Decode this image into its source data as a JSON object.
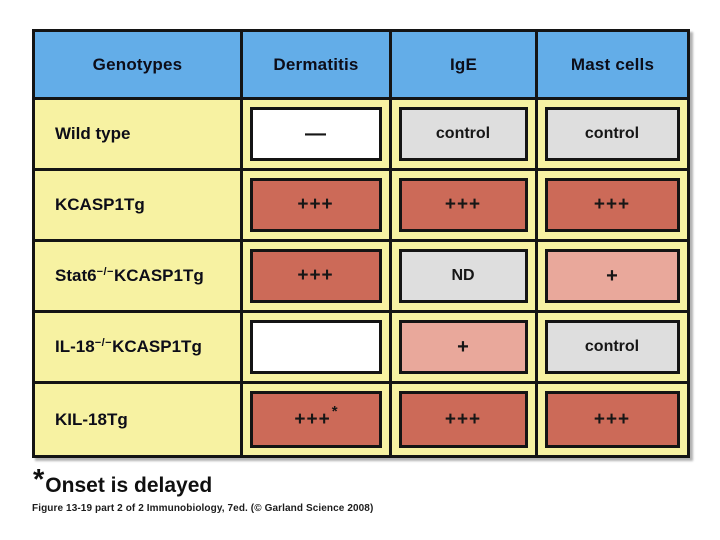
{
  "colors": {
    "header_blue": "#63ADE8",
    "row_yellow": "#F7F2A2",
    "strong_red": "#CC6A58",
    "weak_pink": "#E9A89B",
    "control_gray": "#DEDEDE",
    "line": "#141414"
  },
  "table": {
    "headers": [
      "Genotypes",
      "Dermatitis",
      "IgE",
      "Mast cells"
    ],
    "rows": [
      {
        "genotype": {
          "pre": "Wild type",
          "sup": "",
          "post": ""
        },
        "cells": [
          {
            "text": "—",
            "sup": "",
            "variant": "white"
          },
          {
            "text": "control",
            "sup": "",
            "variant": "gray"
          },
          {
            "text": "control",
            "sup": "",
            "variant": "gray"
          }
        ]
      },
      {
        "genotype": {
          "pre": "KCASP1Tg",
          "sup": "",
          "post": ""
        },
        "cells": [
          {
            "text": "+++",
            "sup": "",
            "variant": "red"
          },
          {
            "text": "+++",
            "sup": "",
            "variant": "red"
          },
          {
            "text": "+++",
            "sup": "",
            "variant": "red"
          }
        ]
      },
      {
        "genotype": {
          "pre": "Stat6",
          "sup": "−/−",
          "post": "KCASP1Tg"
        },
        "cells": [
          {
            "text": "+++",
            "sup": "",
            "variant": "red"
          },
          {
            "text": "ND",
            "sup": "",
            "variant": "gray"
          },
          {
            "text": "+",
            "sup": "",
            "variant": "pink"
          }
        ]
      },
      {
        "genotype": {
          "pre": "IL-18",
          "sup": "−/−",
          "post": "KCASP1Tg"
        },
        "cells": [
          {
            "text": "",
            "sup": "",
            "variant": "white"
          },
          {
            "text": "+",
            "sup": "",
            "variant": "pink"
          },
          {
            "text": "control",
            "sup": "",
            "variant": "gray"
          }
        ]
      },
      {
        "genotype": {
          "pre": "KIL-18Tg",
          "sup": "",
          "post": ""
        },
        "cells": [
          {
            "text": "+++",
            "sup": "*",
            "variant": "red"
          },
          {
            "text": "+++",
            "sup": "",
            "variant": "red"
          },
          {
            "text": "+++",
            "sup": "",
            "variant": "red"
          }
        ]
      }
    ]
  },
  "footnote": {
    "marker": "*",
    "text": "Onset is delayed"
  },
  "caption": "Figure 13-19 part 2 of 2  Immunobiology, 7ed. (© Garland Science 2008)"
}
